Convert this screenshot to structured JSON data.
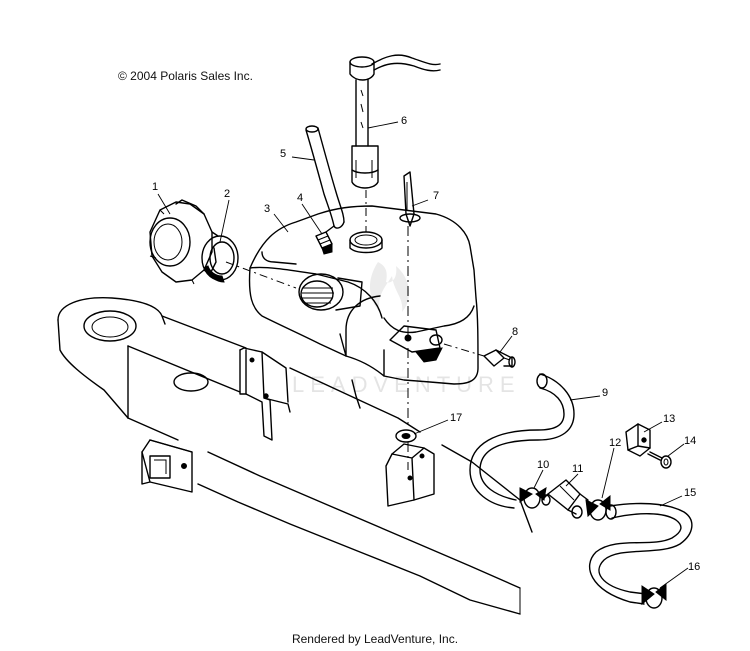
{
  "copyright": "© 2004 Polaris Sales Inc.",
  "footer": "Rendered by LeadVenture, Inc.",
  "watermark": "LEADVENTURE",
  "callouts": [
    "1",
    "2",
    "3",
    "4",
    "5",
    "6",
    "7",
    "8",
    "9",
    "10",
    "11",
    "12",
    "13",
    "14",
    "15",
    "16",
    "17"
  ]
}
